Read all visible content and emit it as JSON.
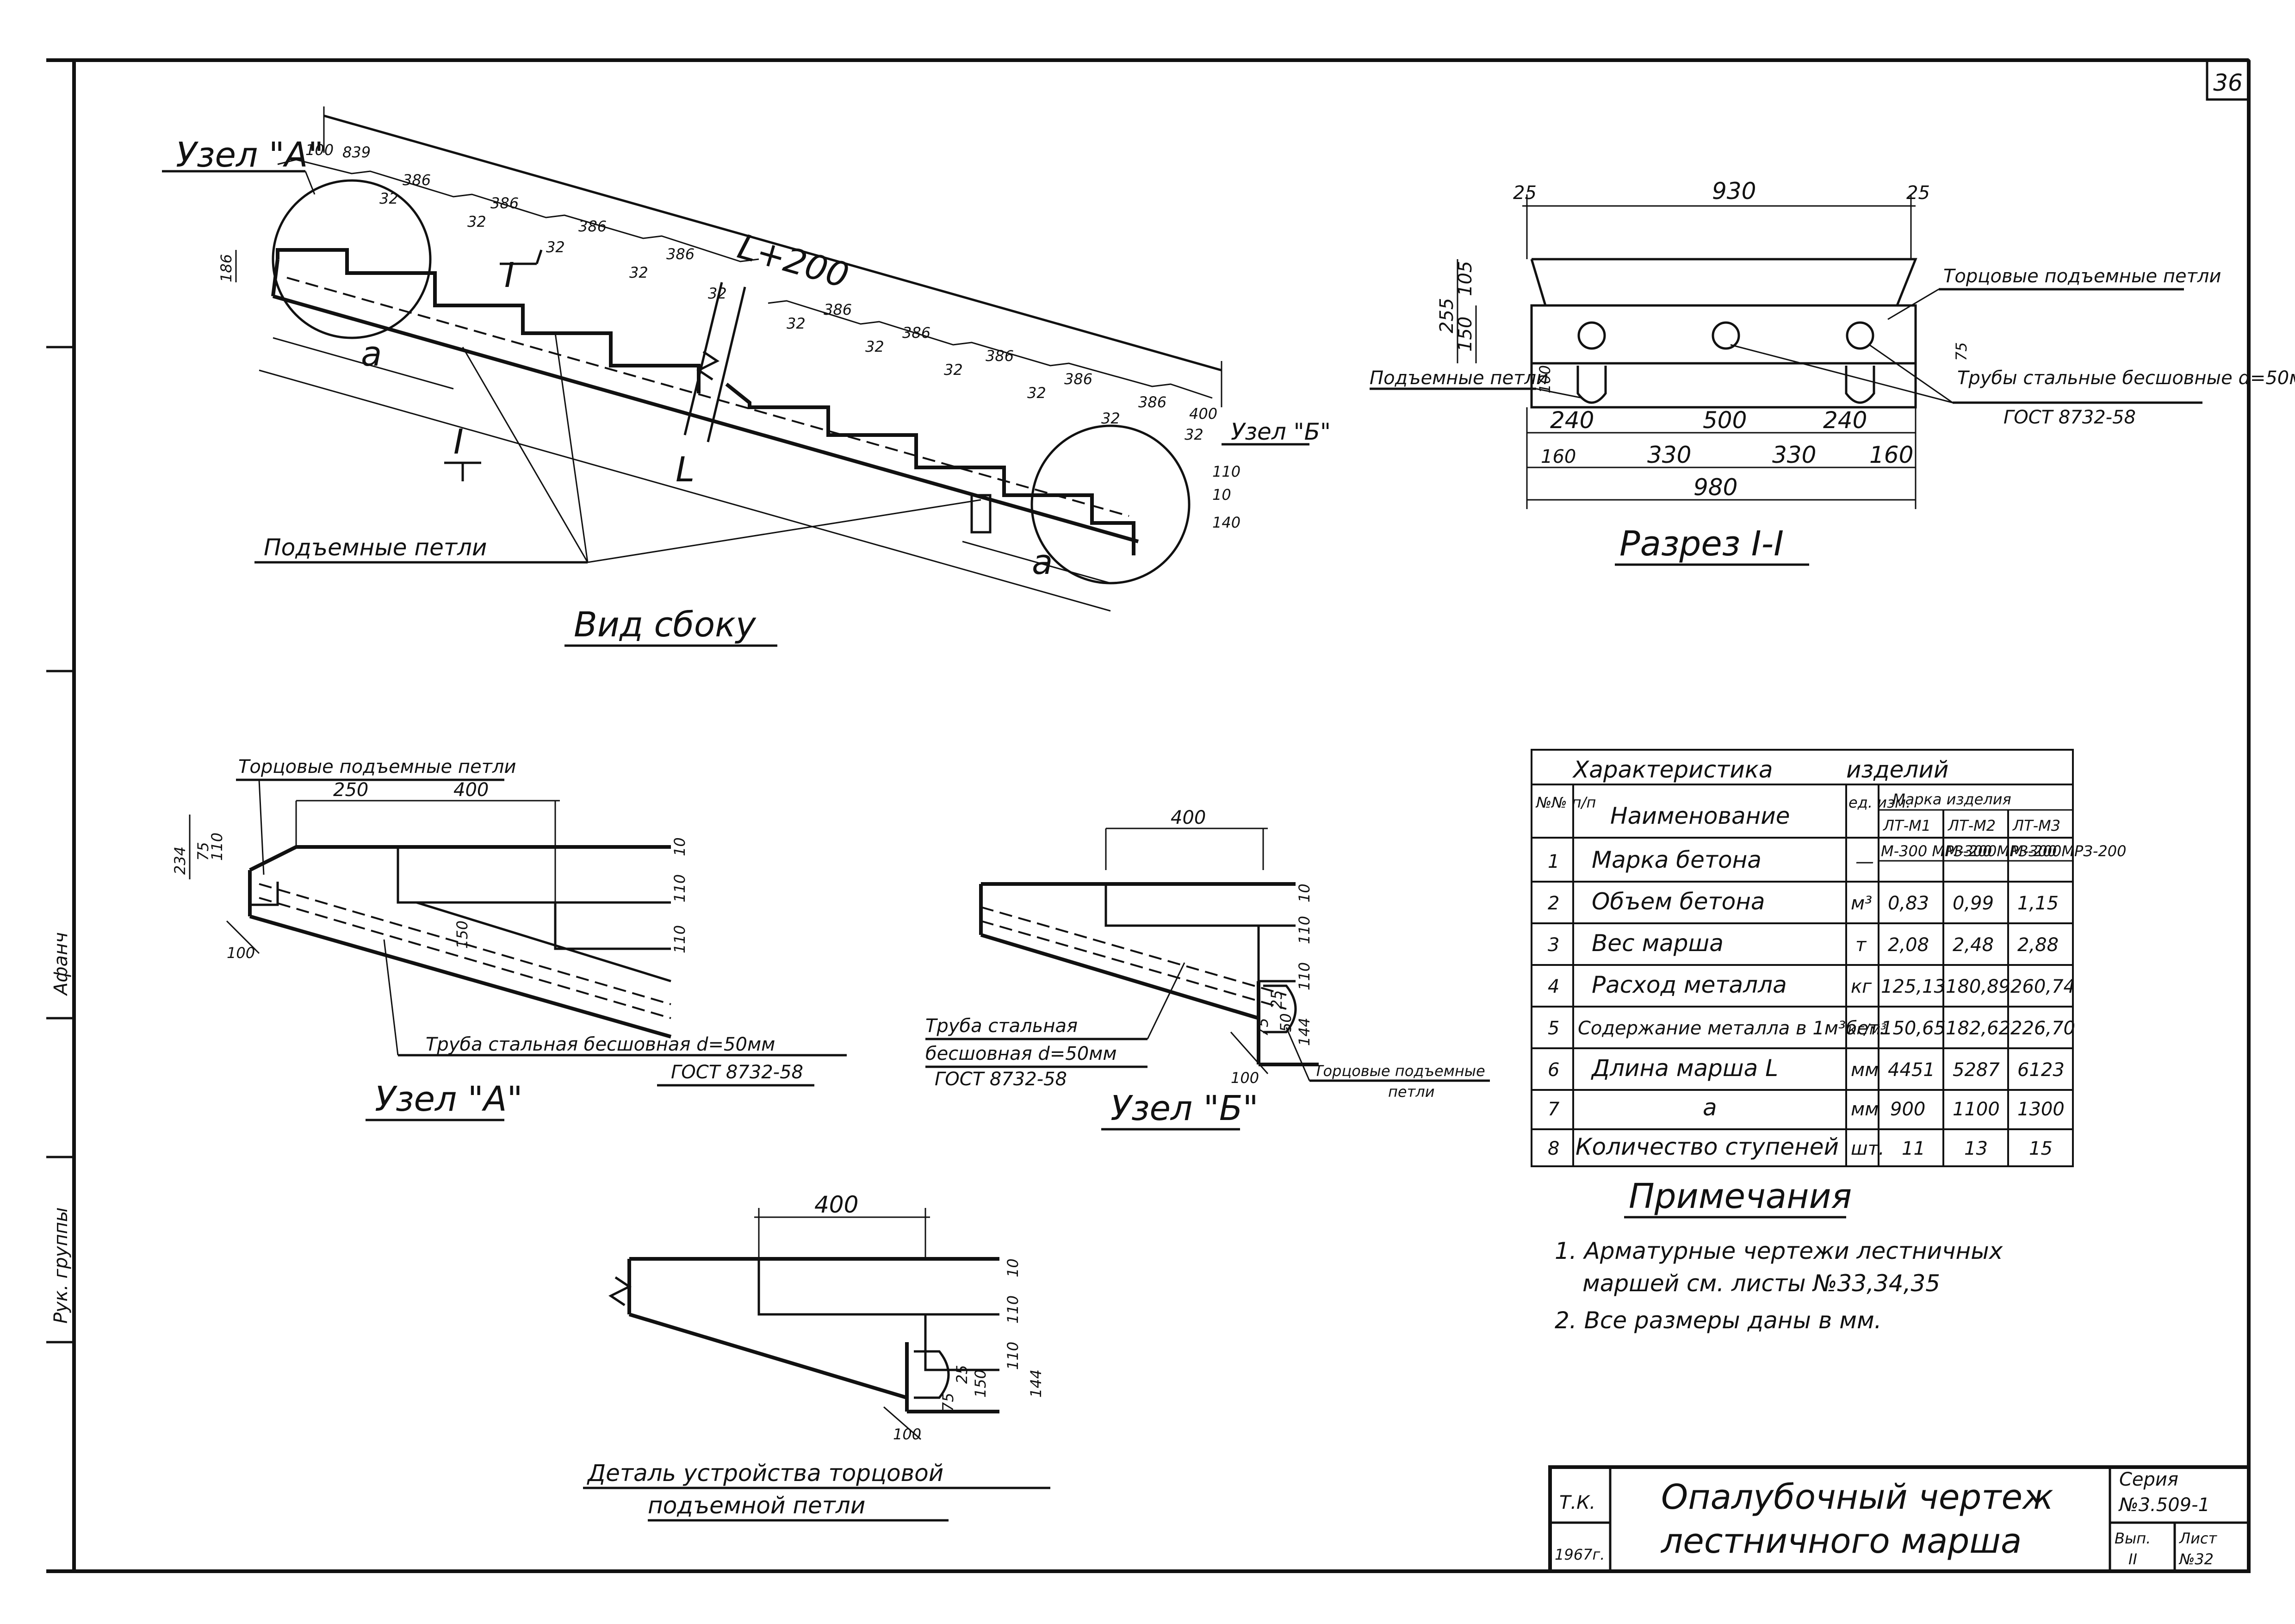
{
  "sheet": {
    "number": "36"
  },
  "side_view": {
    "title": "Вид сбоку",
    "node_a_label": "Узел \"А\"",
    "node_b_label": "Узел \"Б\"",
    "section_mark": "I",
    "lifting_loops": "Подъемные петли",
    "dims": {
      "top": "L+200",
      "first": "100",
      "first2": "839",
      "step": "386",
      "tread": "32",
      "end": "400",
      "height": "186",
      "a": "a",
      "L": "L",
      "b1": "110",
      "b2": "10",
      "b3": "140"
    }
  },
  "section": {
    "title": "Разрез I-I",
    "end_loops": "Торцовые подъемные петли",
    "lift_loops": "Подъемные петли",
    "pipes": "Трубы стальные бесшовные d=50мм",
    "gost": "ГОСТ 8732-58",
    "dims": {
      "d25a": "25",
      "d930": "930",
      "d25b": "25",
      "d255": "255",
      "d105": "105",
      "d150": "150",
      "d75": "75",
      "d100": "100",
      "d240a": "240",
      "d500": "500",
      "d240b": "240",
      "d160a": "160",
      "d330a": "330",
      "d330b": "330",
      "d160b": "160",
      "d980": "980"
    }
  },
  "node_a": {
    "title": "Узел \"А\"",
    "end_loops": "Торцовые подъемные петли",
    "pipe": "Труба стальная бесшовная d=50мм",
    "gost": "ГОСТ 8732-58",
    "dims": {
      "d250": "250",
      "d400": "400",
      "d234": "234",
      "d75": "75",
      "d110": "110",
      "d100": "100",
      "d10": "10",
      "d110b": "110",
      "d110c": "110",
      "d150": "150"
    }
  },
  "node_b": {
    "title": "Узел \"Б\"",
    "pipe_l1": "Труба стальная",
    "pipe_l2": "бесшовная d=50мм",
    "gost": "ГОСТ 8732-58",
    "end_loops_l1": "Торцовые подъемные",
    "end_loops_l2": "петли",
    "dims": {
      "d400": "400",
      "d10": "10",
      "d110": "110",
      "d110b": "110",
      "d144": "144",
      "d50": "50",
      "d25": "25",
      "d75": "75",
      "d100": "100"
    }
  },
  "detail": {
    "title_l1": "Деталь устройства торцовой",
    "title_l2": "подъемной петли",
    "dims": {
      "d400": "400",
      "d10": "10",
      "d110": "110",
      "d110b": "110",
      "d144": "144",
      "d150": "150",
      "d25": "25",
      "d75": "75",
      "d100": "100"
    }
  },
  "table": {
    "title_a": "Характеристика",
    "title_b": "изделий",
    "hdr_num": "№№ п/п",
    "hdr_name": "Наименование",
    "hdr_unit": "ед. изм.",
    "hdr_mark": "Марка изделия",
    "marks": [
      "ЛТ-М1",
      "ЛТ-М2",
      "ЛТ-М3"
    ],
    "rows": [
      {
        "n": "1",
        "name": "Марка бетона",
        "unit": "—",
        "v": [
          "М-300 МРЗ-200",
          "М-300 МРЗ-200",
          "М-300 МРЗ-200"
        ]
      },
      {
        "n": "2",
        "name": "Объем бетона",
        "unit": "м³",
        "v": [
          "0,83",
          "0,99",
          "1,15"
        ]
      },
      {
        "n": "3",
        "name": "Вес марша",
        "unit": "т",
        "v": [
          "2,08",
          "2,48",
          "2,88"
        ]
      },
      {
        "n": "4",
        "name": "Расход металла",
        "unit": "кг",
        "v": [
          "125,13",
          "180,89",
          "260,74"
        ]
      },
      {
        "n": "5",
        "name": "Содержание металла в 1м³бет.",
        "unit": "кг/м³",
        "v": [
          "150,65",
          "182,62",
          "226,70"
        ]
      },
      {
        "n": "6",
        "name": "Длина марша L",
        "unit": "мм",
        "v": [
          "4451",
          "5287",
          "6123"
        ]
      },
      {
        "n": "7",
        "name": "a",
        "unit": "мм",
        "v": [
          "900",
          "1100",
          "1300"
        ]
      },
      {
        "n": "8",
        "name": "Количество ступеней",
        "unit": "шт.",
        "v": [
          "11",
          "13",
          "15"
        ]
      }
    ]
  },
  "notes": {
    "title": "Примечания",
    "n1_l1": "1. Арматурные чертежи лестничных",
    "n1_l2": "маршей см. листы №33,34,35",
    "n2": "2. Все размеры даны в мм."
  },
  "stamp": {
    "org": "Т.К.",
    "year": "1967г.",
    "title_l1": "Опалубочный чертеж",
    "title_l2": "лестничного марша",
    "series_lbl": "Серия",
    "series_val": "№3.509-1",
    "vol_lbl": "Вып.",
    "vol_val": "II",
    "sheet_lbl": "Лист",
    "sheet_val": "№32"
  },
  "margin": {
    "m1": "Рук. группы",
    "m2": "Афанч"
  }
}
